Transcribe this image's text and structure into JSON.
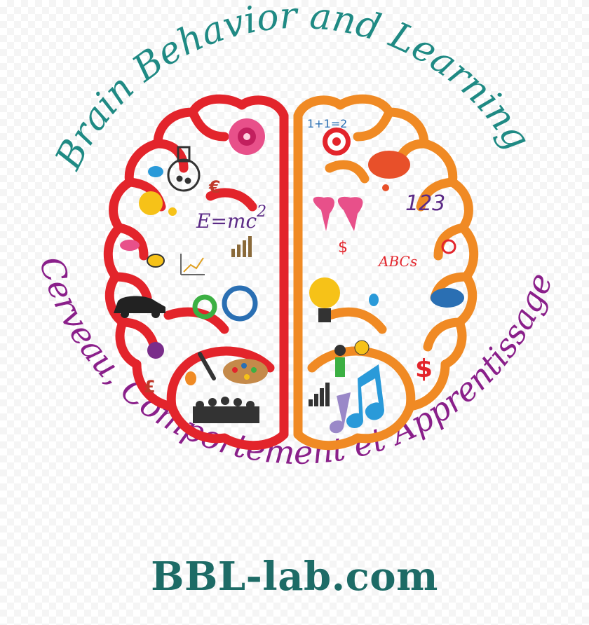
{
  "logo": {
    "arc_top_text": "Brain Behavior and Learning",
    "arc_bottom_text": "Cerveau, Comportement et Apprentissage",
    "arc_top_color": "#1f8a84",
    "arc_bottom_color": "#8a1f8a",
    "left_hemisphere_color": "#e3242b",
    "right_hemisphere_color": "#f08a24"
  },
  "left_brain": {
    "formula_base": "E=mc",
    "formula_exp": "2",
    "euro": "€",
    "pound": "£"
  },
  "right_brain": {
    "math": "1+1=2",
    "numbers": "123",
    "letters": "ABCs",
    "dollar": "$",
    "dollar_big": "$"
  },
  "footer": {
    "website": "BBL-lab.com"
  }
}
